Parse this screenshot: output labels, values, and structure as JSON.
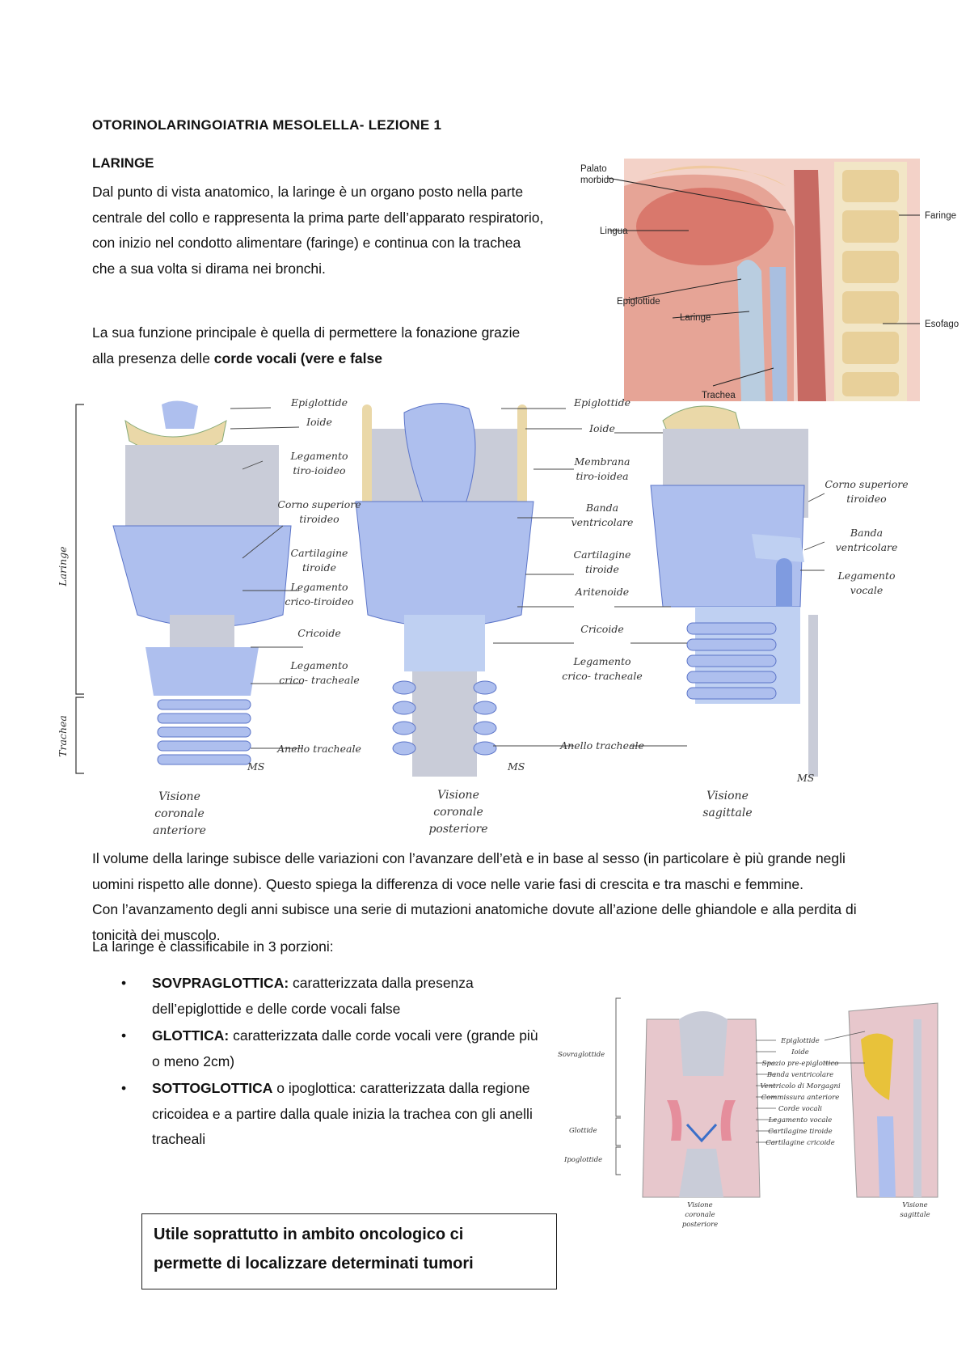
{
  "header": {
    "title": "OTORINOLARINGOIATRIA MESOLELLA- LEZIONE 1"
  },
  "section": {
    "heading": "LARINGE"
  },
  "paragraphs": {
    "intro": "Dal punto di vista anatomico, la laringe è un organo posto nella parte centrale del collo e rappresenta la prima parte dell’apparato respiratorio, con inizio nel condotto alimentare (faringe) e continua con la trachea che a sua volta si dirama nei bronchi.",
    "function_start": "La sua funzione principale è quella di permettere la fonazione grazie alla presenza delle ",
    "function_bold": "corde vocali (vere e false",
    "volume_1": "Il volume della laringe subisce delle variazioni con l’avanzare dell’età e in base al sesso (in particolare è più grande negli uomini rispetto alle donne). Questo spiega la differenza di voce nelle varie fasi di crescita e tra maschi e femmine.",
    "volume_2": "Con l’avanzamento degli anni subisce una serie di mutazioni anatomiche dovute all’azione delle ghiandole e alla perdita di tonicità dei muscolo.",
    "portions_intro": "La laringe è classificabile in 3 porzioni:"
  },
  "portions": [
    {
      "bullet": "•",
      "name": "SOVPRAGLOTTICA:",
      "text": " caratterizzata dalla presenza dell’epiglottide e delle corde vocali false"
    },
    {
      "bullet": "•",
      "name": "GLOTTICA:",
      "text": " caratterizzata dalle corde vocali vere (grande più o meno 2cm)"
    },
    {
      "bullet": "•",
      "name": "SOTTOGLOTTICA",
      "text": " o ipoglottica: caratterizzata dalla regione cricoidea e a partire dalla quale inizia la trachea con gli anelli tracheali"
    }
  ],
  "note_box": {
    "line1": "Utile soprattutto in ambito oncologico ci",
    "line2": "permette di localizzare  determinati tumori"
  },
  "figure_head": {
    "labels": {
      "palato": "Palato",
      "morbido": "morbido",
      "lingua": "Lingua",
      "epiglottide": "Epiglottide",
      "laringe": "Laringe",
      "trachea": "Trachea",
      "faringe": "Faringe",
      "esofago": "Esofago"
    }
  },
  "figure_larynx": {
    "side_laringe": "Laringe",
    "side_trachea": "Trachea",
    "labels_center": {
      "epiglottide": "Epiglottide",
      "ioide": "Ioide",
      "leg1": "Legamento",
      "leg1b": "tiro-ioideo",
      "corno": "Corno superiore",
      "cornob": "tiroideo",
      "cart": "Cartilagine",
      "cartb": "tiroide",
      "legcrico": "Legamento",
      "legcricob": "crico-tiroideo",
      "cricoide": "Cricoide",
      "legtrach": "Legamento",
      "legtrachb": "crico- tracheale",
      "anello": "Anello tracheale"
    },
    "labels_right": {
      "epiglottide": "Epiglottide",
      "ioide": "Ioide",
      "membrana": "Membrana",
      "membranab": "tiro-ioidea",
      "banda": "Banda",
      "bandab": "ventricolare",
      "cart": "Cartilagine",
      "cartb": "tiroide",
      "aritenoide": "Aritenoide",
      "cricoide": "Cricoide",
      "legtrach": "Legamento",
      "legtrachb": "crico- tracheale",
      "anello": "Anello tracheale"
    },
    "labels_far": {
      "corno": "Corno superiore",
      "cornob": "tiroideo",
      "banda": "Banda",
      "bandab": "ventricolare",
      "legvoc": "Legamento",
      "legvocb": "vocale"
    },
    "signature": "MS",
    "captions": {
      "a1": "Visione",
      "a2": "coronale",
      "a3": "anteriore",
      "b1": "Visione",
      "b2": "coronale",
      "b3": "posteriore",
      "c1": "Visione",
      "c2": "sagittale"
    }
  },
  "figure_portions": {
    "side": {
      "sovra": "Sovraglottide",
      "glottide": "Glottide",
      "ipo": "Ipoglottide"
    },
    "labels": [
      "Epiglottide",
      "Ioide",
      "Spazio pre-epiglottico",
      "Banda ventricolare",
      "Ventricolo di Morgagni",
      "Commissura anteriore",
      "Corde vocali",
      "Legamento vocale",
      "Cartilagine tiroide",
      "Cartilagine cricoide"
    ],
    "captions": {
      "a1": "Visione",
      "a2": "coronale",
      "a3": "posteriore",
      "b1": "Visione",
      "b2": "sagittale"
    }
  },
  "colors": {
    "cartilage_blue": "#aebfee",
    "membrane": "#c9ccd8",
    "bone": "#ead8a8",
    "tissue": "#e9a39a"
  }
}
